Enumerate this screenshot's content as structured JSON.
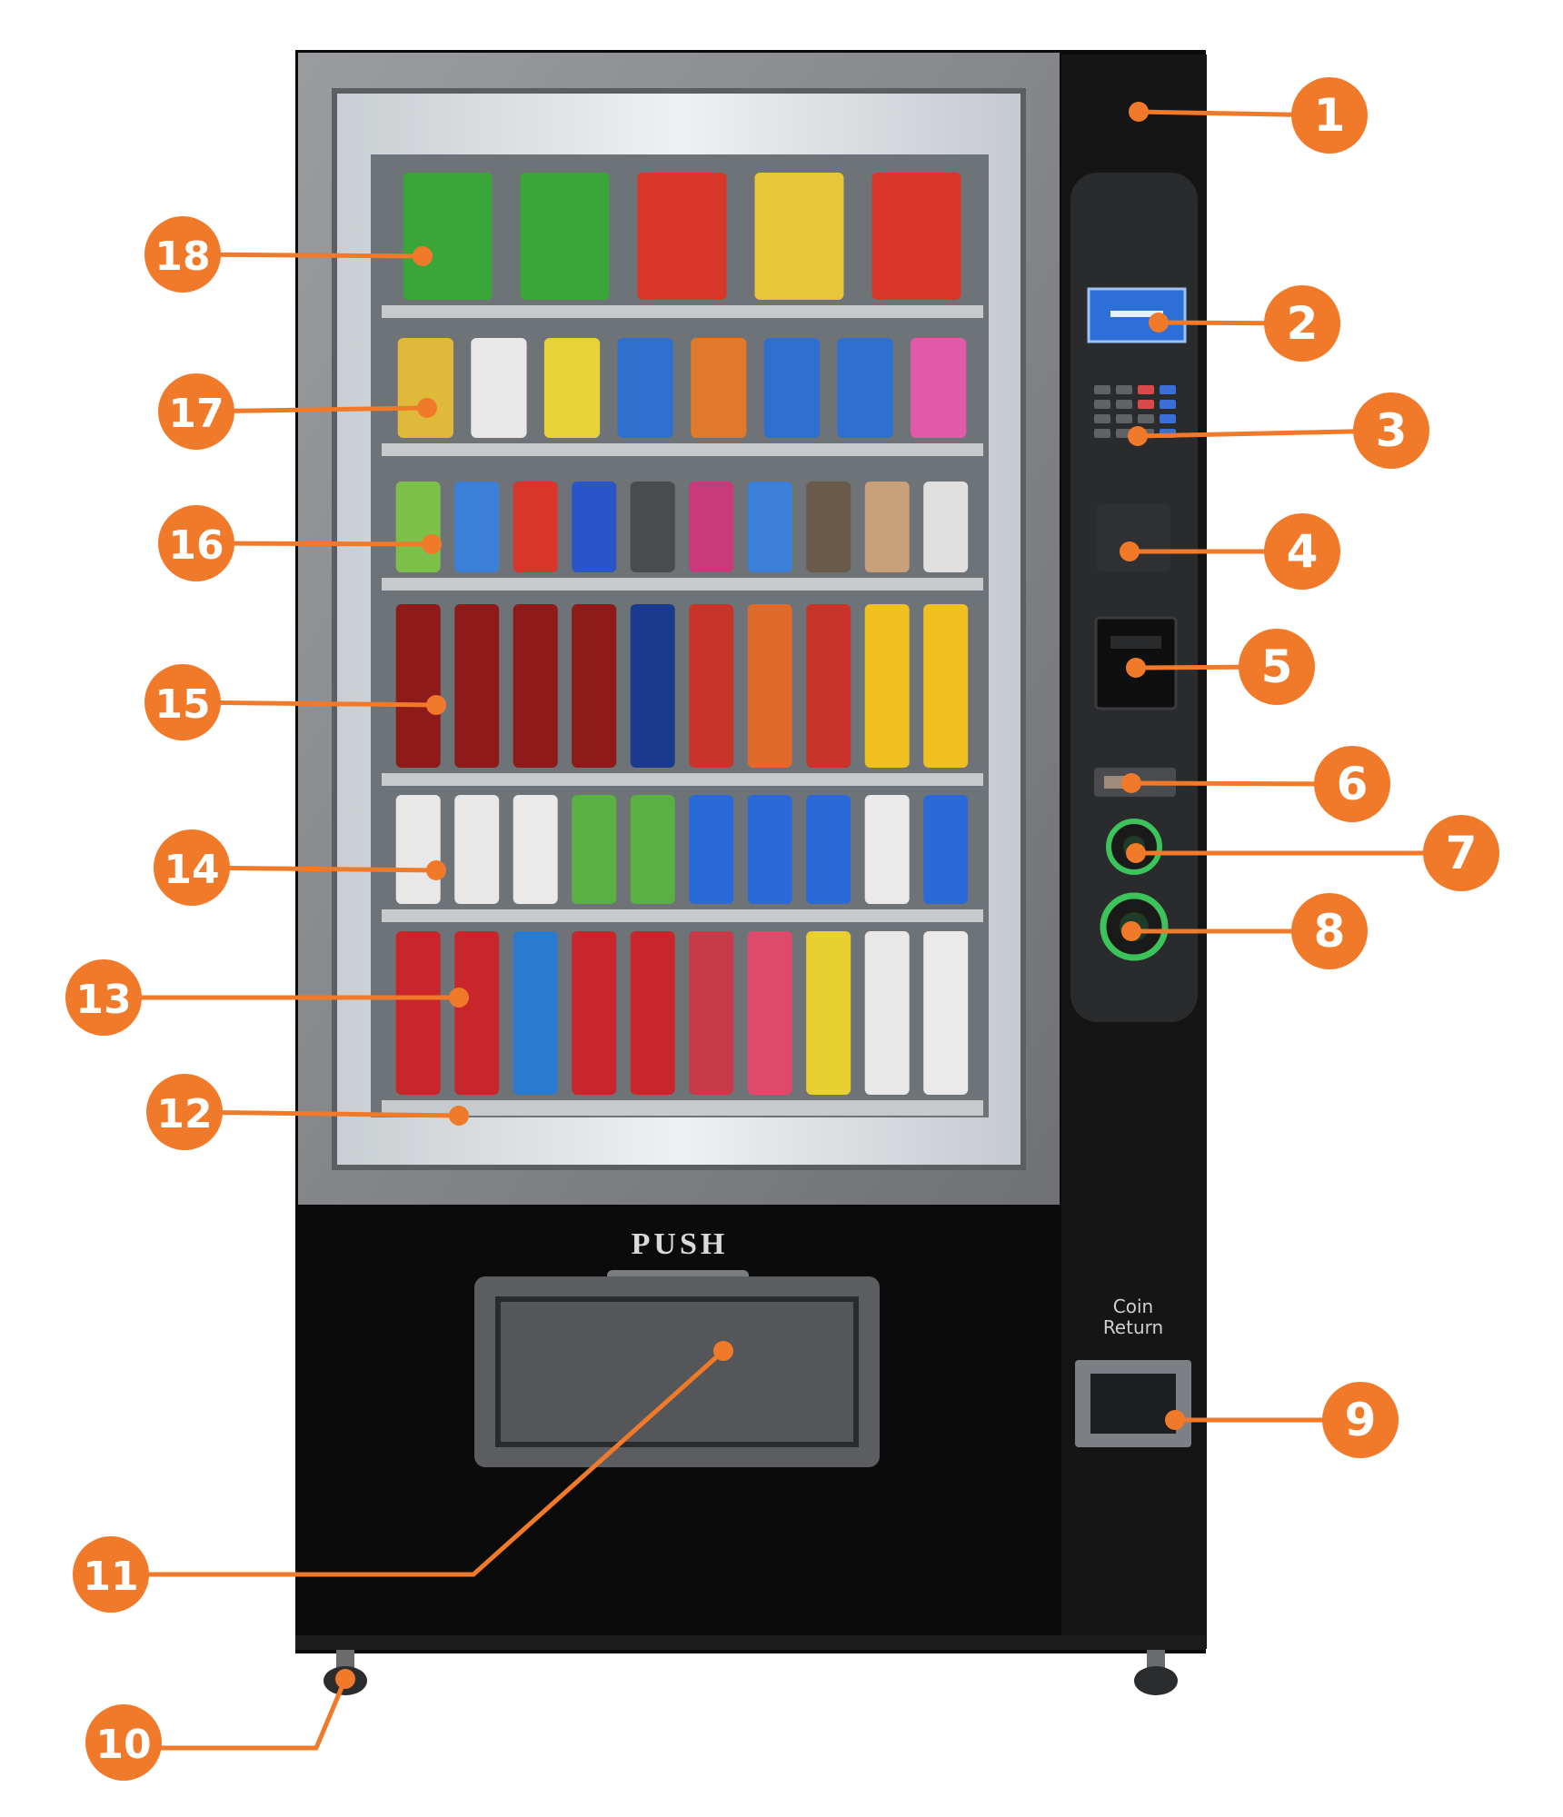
{
  "machine": {
    "push_label": "PUSH",
    "coin_return_line1": "Coin",
    "coin_return_line2": "Return"
  },
  "callouts": [
    "1",
    "2",
    "3",
    "4",
    "5",
    "6",
    "7",
    "8",
    "9",
    "10",
    "11",
    "12",
    "13",
    "14",
    "15",
    "16",
    "17",
    "18"
  ],
  "colors": {
    "callout": "#f07a2a",
    "cabinet": "#0b0b0b",
    "frame": "#8d8f92",
    "glass": "#dfe3e6",
    "shelf": "#bfc3c6"
  }
}
